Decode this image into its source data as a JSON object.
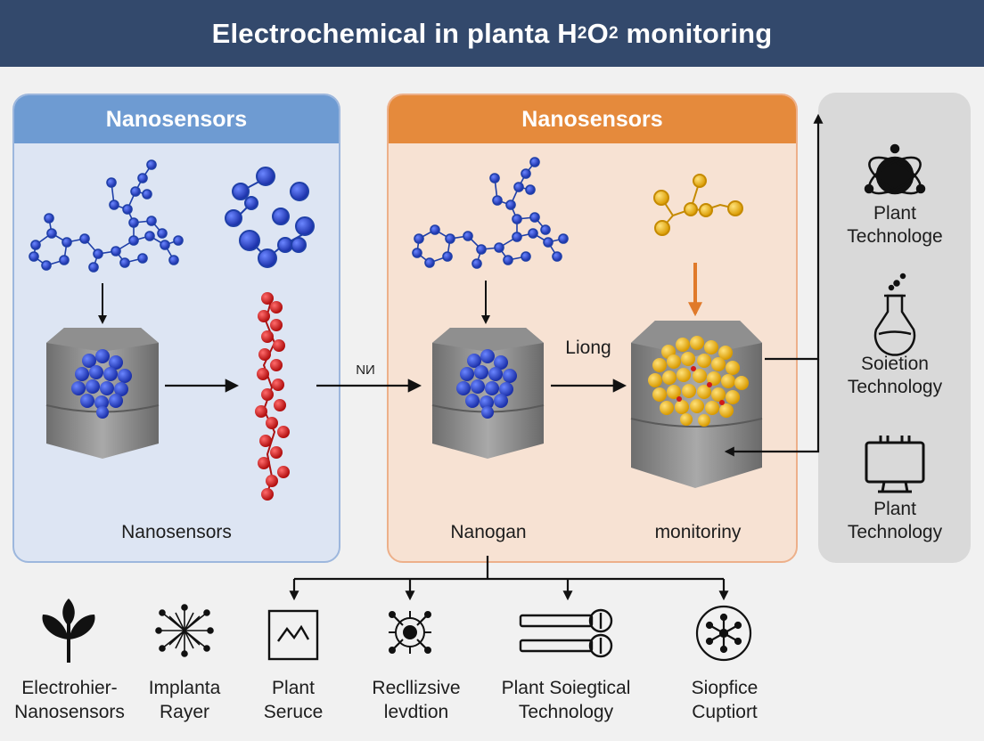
{
  "title": {
    "prefix": "Electrochemical in planta H",
    "sub1": "2",
    "mid": "O",
    "sub2": "2",
    "suffix": " monitoring"
  },
  "panels": {
    "left": {
      "header": "Nanosensors",
      "caption": "Nanosensors"
    },
    "middle": {
      "header": "Nanosensors",
      "caption_left": "Nanogan",
      "caption_right": "monitoriny",
      "arrow_label": "Liong"
    },
    "between_label": "NИ"
  },
  "side_items": [
    {
      "icon": "atom-network-icon",
      "line1": "Plant",
      "line2": "Technologe"
    },
    {
      "icon": "flask-icon",
      "line1": "Soietion",
      "line2": "Technology"
    },
    {
      "icon": "monitor-icon",
      "line1": "Plant",
      "line2": "Technology"
    }
  ],
  "bottom_items": [
    {
      "icon": "plant-leaf-icon",
      "line1": "Electrohier-",
      "line2": "Nanosensors"
    },
    {
      "icon": "network-star-icon",
      "line1": "Implanta",
      "line2": "Rayer"
    },
    {
      "icon": "signal-chart-icon",
      "line1": "Plant",
      "line2": "Seruce"
    },
    {
      "icon": "gear-network-icon",
      "line1": "Recllizsive",
      "line2": "levdtion"
    },
    {
      "icon": "probe-electrodes-icon",
      "line1": "Plant Soiegtical",
      "line2": "Technology"
    },
    {
      "icon": "hub-circle-icon",
      "line1": "Siopfice",
      "line2": "Cuptiort"
    }
  ],
  "colors": {
    "header": "#33496c",
    "left_panel": "#dde5f3",
    "left_header": "#6e9bd2",
    "middle_panel": "#f7e2d3",
    "middle_header": "#e58a3c",
    "right_panel": "#d9d9d9",
    "blue_molecule": "#1f3fc8",
    "red_chain": "#d61c1c",
    "gold_cluster": "#f0b417"
  }
}
